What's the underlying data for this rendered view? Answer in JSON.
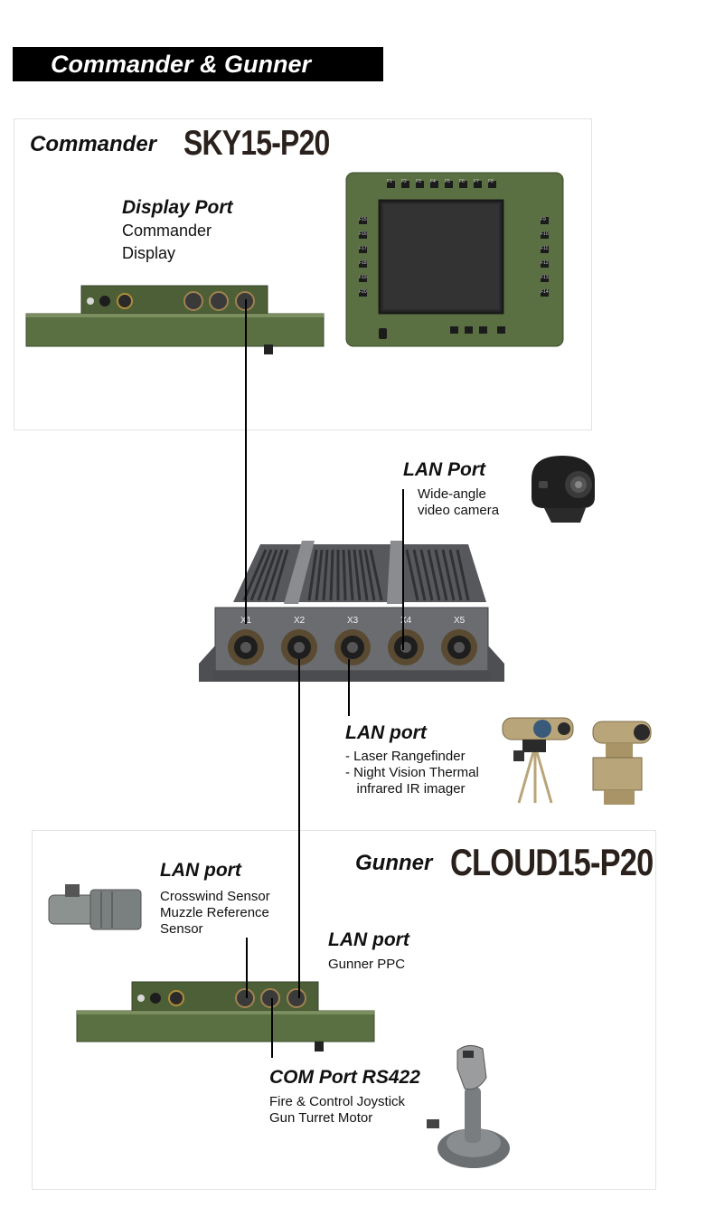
{
  "header": {
    "title": "Commander & Gunner"
  },
  "commander": {
    "role": "Commander",
    "model": "SKY15-P20",
    "display_port": {
      "title": "Display Port",
      "desc": [
        "Commander",
        "Display"
      ]
    },
    "display_keys_top": [
      "F1",
      "F2",
      "F3",
      "F4",
      "F5",
      "F6",
      "F7",
      "F8"
    ],
    "display_keys_left": [
      "F15",
      "F16",
      "F17",
      "F18",
      "F19",
      "F20"
    ],
    "display_keys_right": [
      "F9",
      "F10",
      "F11",
      "F12",
      "F13",
      "F14"
    ]
  },
  "hub": {
    "ports": [
      "X1",
      "X2",
      "X3",
      "X4",
      "X5"
    ],
    "lan_camera": {
      "title": "LAN Port",
      "desc": [
        "Wide-angle",
        "video camera"
      ]
    },
    "lan_sensors": {
      "title": "LAN port",
      "desc": [
        "- Laser Rangefinder",
        "- Night Vision Thermal",
        "   infrared IR imager"
      ]
    }
  },
  "gunner": {
    "role": "Gunner",
    "model": "CLOUD15-P20",
    "lan_crosswind": {
      "title": "LAN port",
      "desc": [
        "Crosswind Sensor",
        "Muzzle Reference",
        "Sensor"
      ]
    },
    "lan_ppc": {
      "title": "LAN port",
      "desc": [
        "Gunner PPC"
      ]
    },
    "com_port": {
      "title": "COM Port RS422",
      "desc": [
        "Fire & Control Joystick",
        "Gun Turret Motor"
      ]
    }
  },
  "colors": {
    "military_green": "#56693f",
    "dark_green": "#3f4f2c",
    "hub_grey": "#5d5f62",
    "title_bar": "#000000",
    "camo_tan": "#b9a57a"
  },
  "icons": [
    "display-port-connector-icon",
    "camera-icon",
    "rangefinder-icon",
    "thermal-imager-icon",
    "crosswind-sensor-icon",
    "joystick-icon"
  ]
}
